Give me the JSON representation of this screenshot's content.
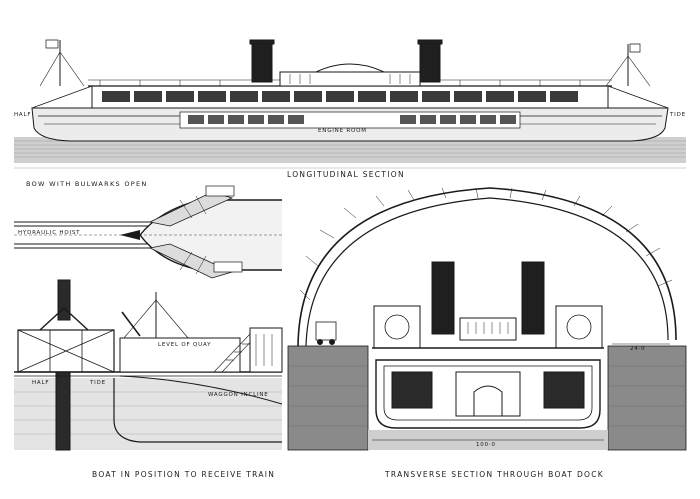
{
  "captions": {
    "longitudinal": "LONGITUDINAL SECTION",
    "bow": "BOW WITH BULWARKS OPEN",
    "boat_position": "BOAT IN POSITION TO RECEIVE TRAIN",
    "transverse": "TRANSVERSE SECTION THROUGH BOAT DOCK"
  },
  "labels": {
    "half_left": "HALF",
    "tide_right": "TIDE",
    "engine_room": "ENGINE ROOM",
    "hydraulic_hoist": "HYDRAULIC HOIST",
    "half": "HALF",
    "tide": "TIDE",
    "level_of_quay": "LEVEL OF QUAY",
    "waggon_incline": "WAGGON INCLINE",
    "width_24": "24·0",
    "width_100": "100·0"
  }
}
